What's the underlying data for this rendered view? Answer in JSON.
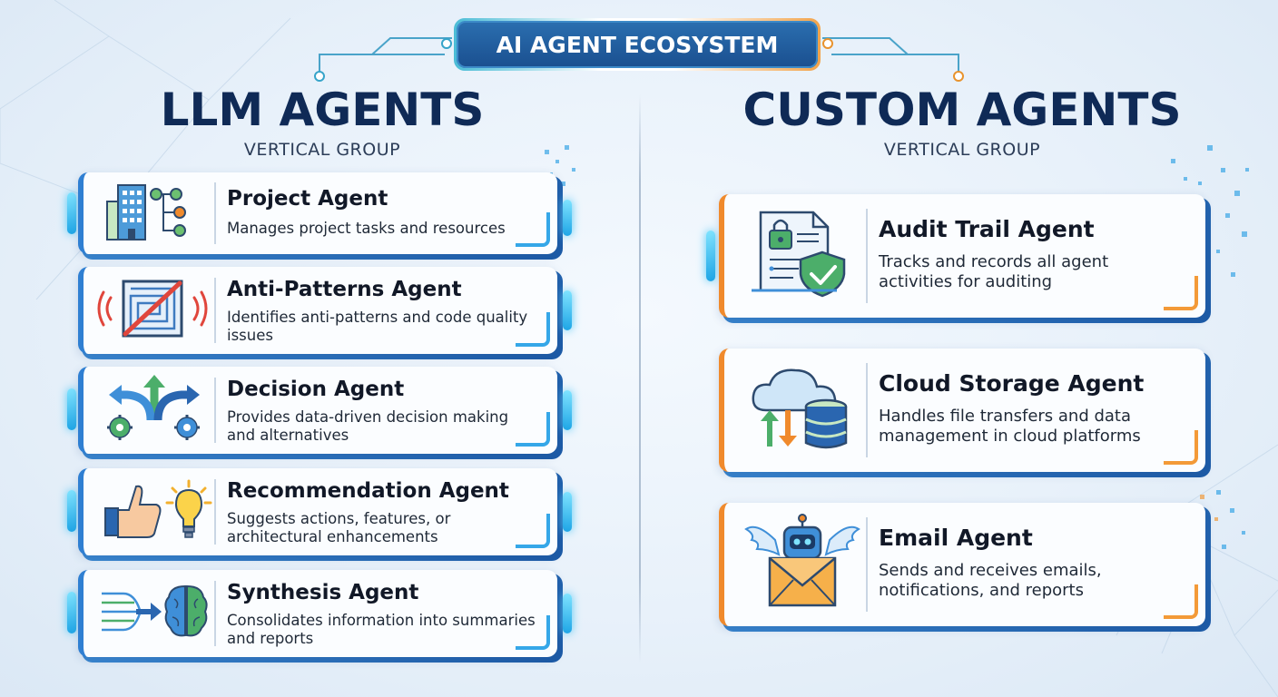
{
  "header": {
    "title": "AI AGENT ECOSYSTEM"
  },
  "left_group": {
    "title": "LLM AGENTS",
    "subtitle": "VERTICAL GROUP",
    "agents": [
      {
        "name": "Project Agent",
        "description": "Manages project tasks and resources",
        "icon": "building-network-icon"
      },
      {
        "name": "Anti-Patterns Agent",
        "description": "Identifies anti-patterns and code quality issues",
        "icon": "maze-prohibited-icon"
      },
      {
        "name": "Decision Agent",
        "description": "Provides data-driven decision making and alternatives",
        "icon": "branching-arrows-gears-icon"
      },
      {
        "name": "Recommendation Agent",
        "description": "Suggests actions, features, or architectural enhancements",
        "icon": "thumbs-up-lightbulb-icon"
      },
      {
        "name": "Synthesis Agent",
        "description": "Consolidates information into summaries and reports",
        "icon": "merge-arrows-brain-icon"
      }
    ]
  },
  "right_group": {
    "title": "CUSTOM AGENTS",
    "subtitle": "VERTICAL GROUP",
    "agents": [
      {
        "name": "Audit Trail Agent",
        "description": "Tracks and records all agent activities for auditing",
        "icon": "document-lock-shield-icon"
      },
      {
        "name": "Cloud Storage Agent",
        "description": "Handles file transfers and data management in cloud platforms",
        "icon": "cloud-database-transfer-icon"
      },
      {
        "name": "Email Agent",
        "description": "Sends and receives emails, notifications, and reports",
        "icon": "winged-robot-envelope-icon"
      }
    ]
  },
  "colors": {
    "navy": "#0f2a56",
    "banner": "#1a4f8f",
    "blue_accent": "#2f7fd2",
    "orange_accent": "#f08a2c",
    "cyan_glow": "#52c8f5"
  }
}
